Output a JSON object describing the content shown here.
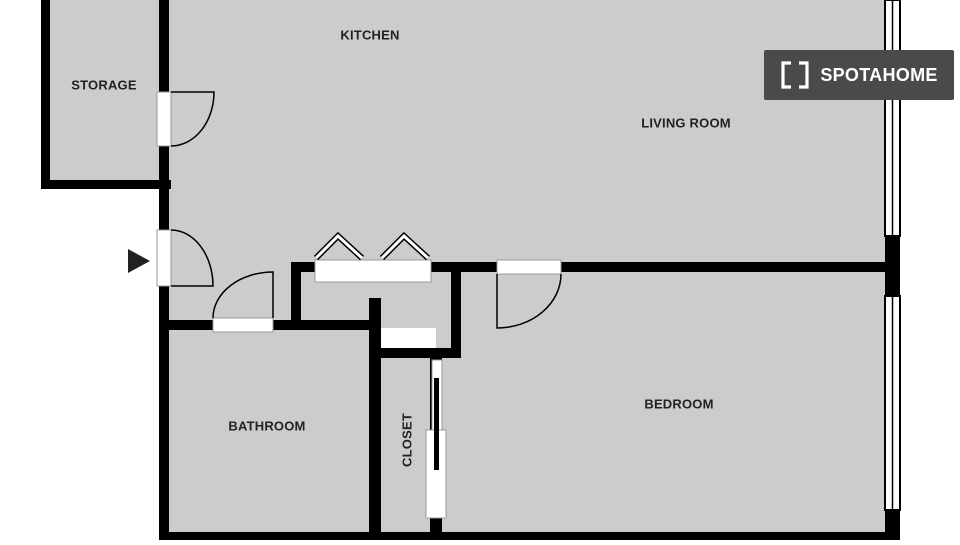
{
  "rooms": {
    "kitchen": "KITCHEN",
    "storage": "STORAGE",
    "living_room": "LIVING ROOM",
    "bathroom": "BATHROOM",
    "closet": "CLOSET",
    "bedroom": "BEDROOM"
  },
  "logo": {
    "brand": "SPOTAHOME",
    "icon": "bracket-logo-icon"
  },
  "colors": {
    "floor": "#cccccc",
    "wall": "#000000",
    "opening": "#ffffff",
    "logo_bg": "#4a4a4a",
    "label": "#222222"
  },
  "icons": {
    "entry": "entry-arrow-icon",
    "door": "door-swing-icon",
    "window": "window-icon",
    "folding_door": "folding-door-icon"
  }
}
